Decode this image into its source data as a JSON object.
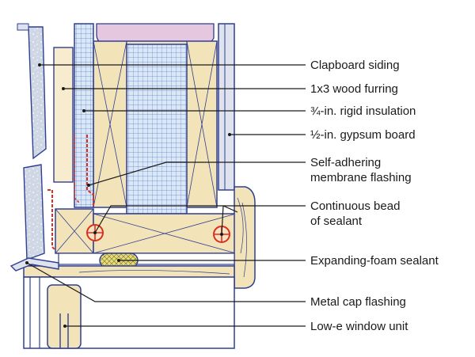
{
  "diagram": {
    "labels": [
      {
        "id": "clapboard-siding",
        "text": "Clapboard siding"
      },
      {
        "id": "wood-furring",
        "text": "1x3 wood furring"
      },
      {
        "id": "rigid-insulation",
        "text": "¾-in. rigid insulation"
      },
      {
        "id": "gypsum-board",
        "text": "½-in. gypsum board"
      },
      {
        "id": "membrane-flashing",
        "line1": "Self-adhering",
        "line2": "membrane flashing"
      },
      {
        "id": "sealant-bead",
        "line1": "Continuous bead",
        "line2": "of sealant"
      },
      {
        "id": "foam-sealant",
        "text": "Expanding-foam sealant"
      },
      {
        "id": "metal-cap-flashing",
        "text": "Metal cap flashing"
      },
      {
        "id": "window-unit",
        "text": "Low-e window unit"
      }
    ],
    "colors": {
      "outline": "#2f3f92",
      "wood": "#f3e3b8",
      "frame": "#d9dde8",
      "insulation": "#cfe0f4",
      "grid": "#5a86c8",
      "pink": "#e5c7e0",
      "flashing": "#d83020",
      "sealant": "#e09a3a",
      "foam": "#e8e07a"
    }
  }
}
